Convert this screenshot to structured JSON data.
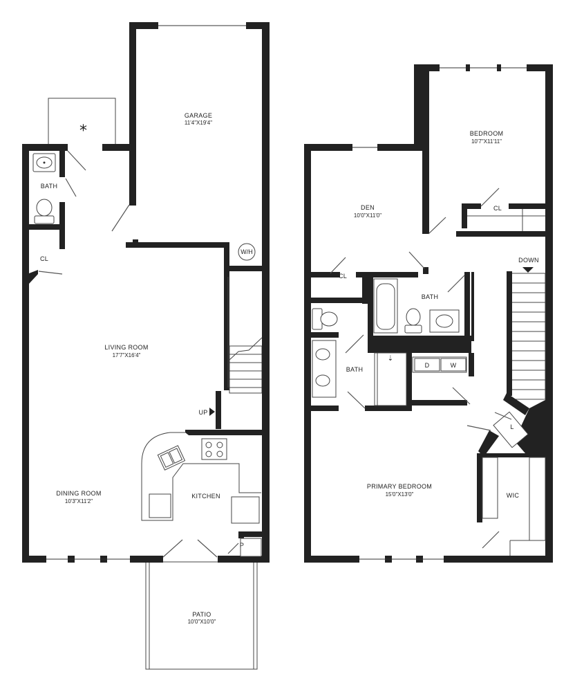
{
  "first_floor": {
    "garage": {
      "name": "GARAGE",
      "dims": "11'4\"X19'4\""
    },
    "bath": {
      "name": "BATH"
    },
    "closet": {
      "name": "CL"
    },
    "water_heater": {
      "name": "W/H"
    },
    "living_room": {
      "name": "LIVING ROOM",
      "dims": "17'7\"X16'4\""
    },
    "stairs_up": {
      "name": "UP"
    },
    "dining_room": {
      "name": "DINING ROOM",
      "dims": "10'3\"X11'2\""
    },
    "kitchen": {
      "name": "KITCHEN"
    },
    "pantry": {
      "name": "P"
    },
    "patio": {
      "name": "PATIO",
      "dims": "10'0\"X10'0\""
    }
  },
  "second_floor": {
    "bedroom": {
      "name": "BEDROOM",
      "dims": "10'7\"X11'11\""
    },
    "bedroom_closet": {
      "name": "CL"
    },
    "den": {
      "name": "DEN",
      "dims": "10'0\"X11'0\""
    },
    "den_closet": {
      "name": "CL"
    },
    "hall_bath": {
      "name": "BATH"
    },
    "stairs_down": {
      "name": "DOWN"
    },
    "primary_bath": {
      "name": "BATH"
    },
    "dryer": {
      "name": "D"
    },
    "washer": {
      "name": "W"
    },
    "linen": {
      "name": "L"
    },
    "primary_bedroom": {
      "name": "PRIMARY BEDROOM",
      "dims": "15'0\"X13'0\""
    },
    "walk_in_closet": {
      "name": "WIC"
    }
  }
}
